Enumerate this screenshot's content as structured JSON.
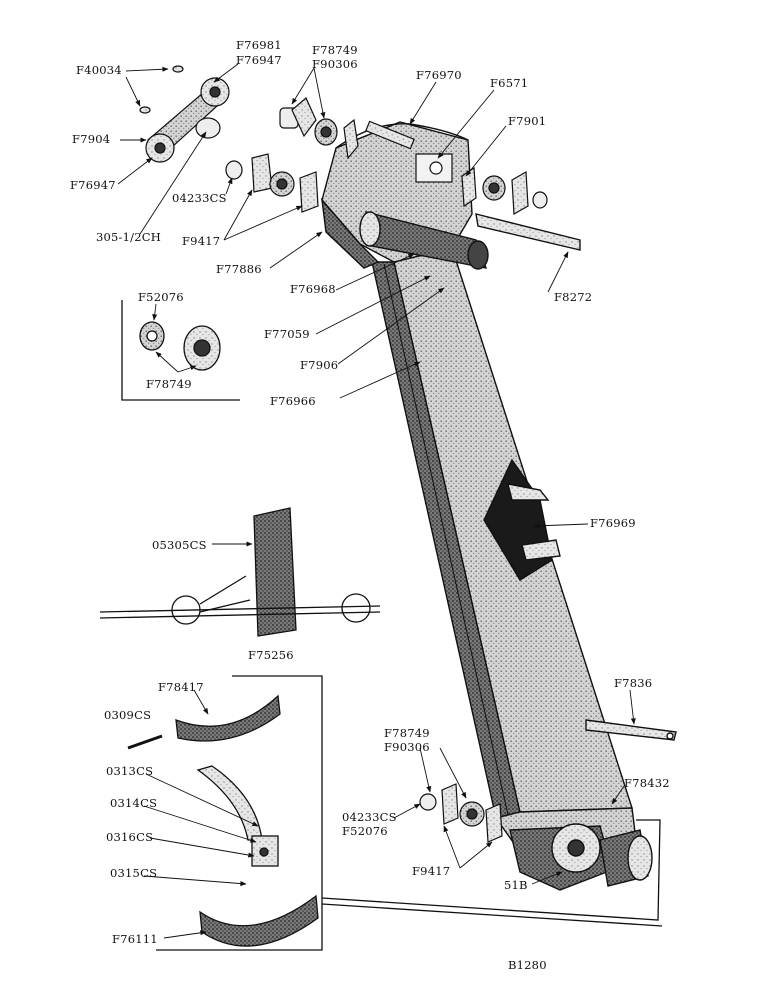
{
  "labels": {
    "f40034": "F40034",
    "f76981": "F76981",
    "f76947_top": "F76947",
    "f78749_top": "F78749",
    "f90306_top": "F90306",
    "f76970": "F76970",
    "f6571": "F6571",
    "f7901": "F7901",
    "f7904": "F7904",
    "f76947_left": "F76947",
    "o4233cs_top": "04233CS",
    "f9417_top": "F9417",
    "ch305": "305-1/2CH",
    "f77886": "F77886",
    "f76968": "F76968",
    "f8272": "F8272",
    "f52076_inset": "F52076",
    "f78749_inset": "F78749",
    "f77059": "F77059",
    "f7906": "F7906",
    "f76966": "F76966",
    "f76969": "F76969",
    "o5305cs": "05305CS",
    "f75256": "F75256",
    "f78417": "F78417",
    "f7836": "F7836",
    "o309cs": "0309CS",
    "f78749_bottom": "F78749",
    "f90306_bottom": "F90306",
    "o313cs": "0313CS",
    "f78432": "F78432",
    "o314cs": "0314CS",
    "o4233cs_bottom": "04233CS",
    "f52076_bottom": "F52076",
    "o316cs": "0316CS",
    "o315cs": "0315CS",
    "f9417_bottom": "F9417",
    "b51": "51B",
    "f76111": "F76111",
    "b1280": "B1280"
  }
}
